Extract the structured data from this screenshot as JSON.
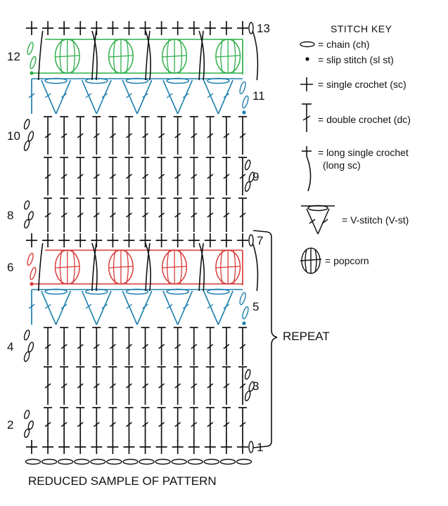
{
  "caption": "REDUCED SAMPLE OF PATTERN",
  "repeat_label": "REPEAT",
  "stitch_key": {
    "title": "STITCH KEY",
    "items": [
      {
        "symbol": "chain",
        "label": "= chain (ch)"
      },
      {
        "symbol": "slip-stitch",
        "label": "= slip stitch (sl st)"
      },
      {
        "symbol": "single-crochet",
        "label": "= single crochet (sc)"
      },
      {
        "symbol": "double-crochet",
        "label": "= double crochet (dc)"
      },
      {
        "symbol": "long-single-crochet",
        "label": "= long single crochet",
        "label2": "(long sc)"
      },
      {
        "symbol": "v-stitch",
        "label": "= V-stitch (V-st)"
      },
      {
        "symbol": "popcorn",
        "label": "= popcorn"
      }
    ]
  },
  "colors": {
    "ink": "#111111",
    "teal": "#1f7fae",
    "green": "#2fae4a",
    "red": "#d93a3a"
  },
  "rows": [
    {
      "n": "1",
      "type": "sc",
      "color": "ink"
    },
    {
      "n": "2",
      "type": "dc",
      "color": "ink"
    },
    {
      "n": "3",
      "type": "dc",
      "color": "ink"
    },
    {
      "n": "4",
      "type": "dc",
      "color": "ink"
    },
    {
      "n": "5",
      "type": "vst",
      "color": "teal"
    },
    {
      "n": "6",
      "type": "popcorn",
      "color": "red"
    },
    {
      "n": "7",
      "type": "sc",
      "color": "ink"
    },
    {
      "n": "8",
      "type": "dc",
      "color": "ink"
    },
    {
      "n": "9",
      "type": "dc",
      "color": "ink"
    },
    {
      "n": "10",
      "type": "dc",
      "color": "ink"
    },
    {
      "n": "11",
      "type": "vst",
      "color": "teal"
    },
    {
      "n": "12",
      "type": "popcorn",
      "color": "green"
    },
    {
      "n": "13",
      "type": "sc",
      "color": "ink"
    }
  ]
}
